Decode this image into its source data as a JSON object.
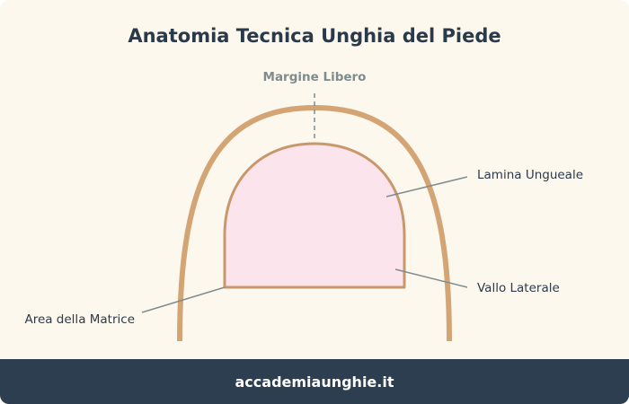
{
  "title": "Anatomia Tecnica Unghia del Piede",
  "labels": {
    "free_edge": "Margine Libero",
    "nail_plate": "Lamina Ungueale",
    "lateral_fold": "Vallo Laterale",
    "matrix_area": "Area della Matrice"
  },
  "footer": {
    "site": "accademiaunghie.it"
  },
  "colors": {
    "background": "#fdf8ee",
    "toe_outline": "#d4a574",
    "nail_fill": "#fce4ec",
    "nail_outline": "#c8976a",
    "leader_line": "#7f8c8d",
    "footer_bg": "#2c3e50"
  }
}
